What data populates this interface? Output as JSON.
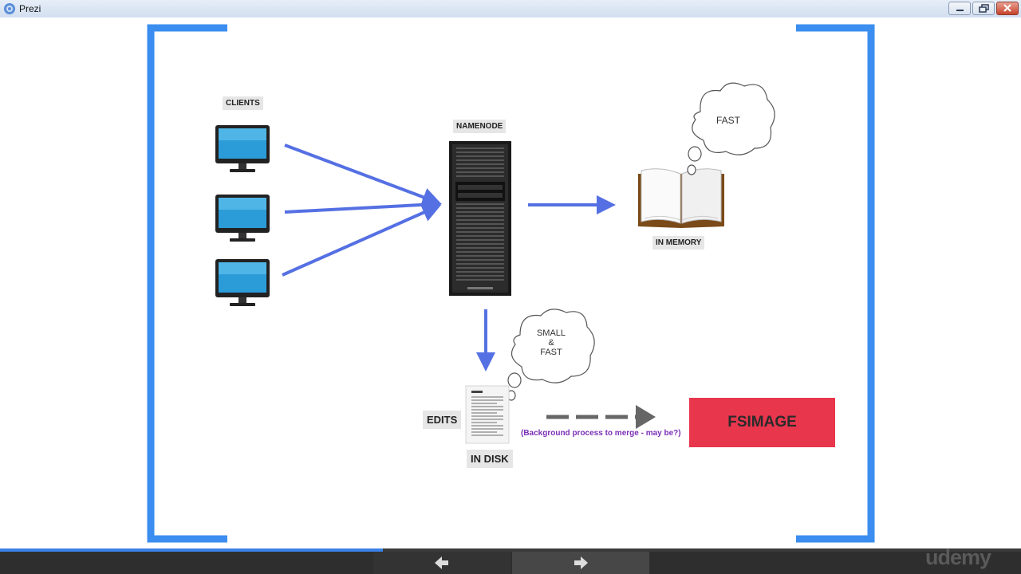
{
  "window": {
    "title": "Prezi"
  },
  "diagram": {
    "clients_label": "CLIENTS",
    "namenode_label": "NAMENODE",
    "memory_label": "IN MEMORY",
    "memory_cloud": "FAST",
    "disk_cloud_lines": [
      "SMALL",
      "&",
      "FAST"
    ],
    "edits_label": "EDITS",
    "disk_label": "IN DISK",
    "fsimage_label": "FSIMAGE",
    "background_note": "(Background process to merge - may be?)"
  },
  "colors": {
    "bracket": "#3b8df0",
    "arrow": "#5570e3",
    "fsimage": "#e8364d",
    "note_text": "#7a2fb8"
  },
  "player": {
    "progress_fraction": 0.6,
    "prev_icon": "arrow-left-icon",
    "next_icon": "arrow-right-icon",
    "brand": "udemy"
  }
}
